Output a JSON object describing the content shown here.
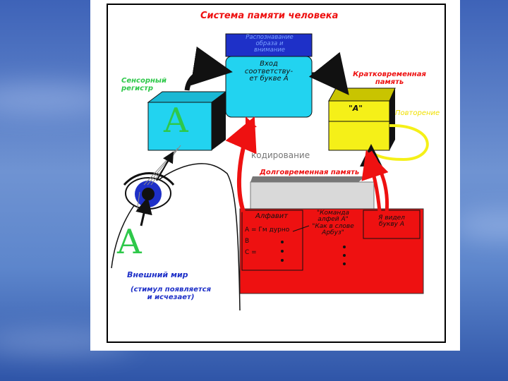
{
  "diagram": {
    "title": "Система памяти человека",
    "attention_box": "Распознавание\nобраза и\nвнимание",
    "entry_text": "Вход\nсоответству-\nет букве А",
    "sensory_register": "Сенсорный\nрегистр",
    "sensory_letter": "A",
    "short_term_memory": "Кратковременная\nпамять",
    "short_term_content": "\"А\"",
    "rehearsal": "Повторение",
    "encoding": "кодирование",
    "long_term_memory": "Долговременная память",
    "alphabet_title": "Алфавит",
    "alphabet_lines": [
      "А = Гм дурно",
      "В",
      "С ="
    ],
    "command_text": "\"Команда\nалфей А\"\n\"Как в слове\nАрбуз\"",
    "saw_letter": "Я видел\nбукву А",
    "world_letter": "A",
    "external_world": "Внешний мир",
    "stimulus_note": "(стимул появляется\nи исчезает)"
  },
  "colors": {
    "cyan": "#22d3f0",
    "yellow": "#f5f018",
    "red": "#ee1111",
    "blue": "#1e30c8",
    "green": "#2ec84a",
    "dark": "#111111"
  }
}
